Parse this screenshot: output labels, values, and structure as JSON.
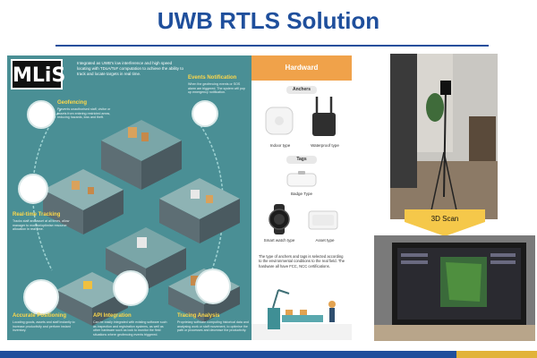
{
  "slide": {
    "title": "UWB RTLS Solution"
  },
  "infographic": {
    "logo": "MLiS",
    "intro": "Integrated as UWB's low interference and high speed locating with TDoA/ToF computation to achieve the ability to track and locate targets in real time.",
    "sections": [
      {
        "head": "Geofencing",
        "text": "Prevents unauthorised staff, visitor or assets from entering restricted areas, reducing hazards, loss and theft."
      },
      {
        "head": "Events Notification",
        "text": "When the geofencing events or SOS alarm are triggered. The system will pop up emergency notification."
      },
      {
        "head": "Real-time Tracking",
        "text": "Tracks staff and asset at all times, allow manager to monitor/optimise resource allocation in real time."
      },
      {
        "head": "Accurate Positioning",
        "text": "Locating goods, assets and staff instantly to increase productivity and perform instant inventory."
      },
      {
        "head": "API Integration",
        "text": "Can be easily integrated with existing software such as inspection and registration systems, as well as other hardware such as lock to monitor the field situations where geofencing events triggered."
      },
      {
        "head": "Tracing Analysis",
        "text": "Proprietary software computing historical data and analysing work or staff movement, to optimise the path or processes and decrease the productivity."
      }
    ]
  },
  "hardware": {
    "header": "Hardward",
    "anchors_label": "Anchers",
    "indoor_label": "Indoor type",
    "waterproof_label": "Waterproof type",
    "tags_label": "Tags",
    "badge_label": "Badge Type",
    "watch_label": "Smart watch type",
    "asset_label": "Asset type",
    "note": "The type of anchers and tags is selected according to the environmental conditions to the real field. The hardware all have FCC, NCC certifications."
  },
  "scan": {
    "label": "3D Scan"
  },
  "colors": {
    "title": "#1f4f9c",
    "teal": "#4a8f95",
    "orange": "#f0a24a",
    "gold": "#e2b33a"
  }
}
